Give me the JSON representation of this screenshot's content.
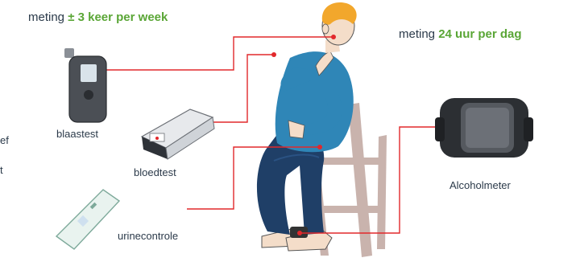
{
  "headings": {
    "left_prefix": "meting",
    "left_emph": "± 3 keer per week",
    "right_prefix": "meting",
    "right_emph": "24 uur per dag"
  },
  "labels": {
    "breath": "blaastest",
    "blood": "bloedtest",
    "urine": "urinecontrole",
    "meter": "Alcoholmeter"
  },
  "cut_text": [
    "ef",
    "t"
  ],
  "colors": {
    "connector": "#e2282b",
    "accent_green": "#5aa636",
    "shirt": "#2f86b7",
    "jeans": "#1f3f67",
    "hair": "#f2a72c",
    "skin": "#f4ddc9",
    "chair": "#c9b3ad"
  },
  "icons": [
    "breathalyzer-icon",
    "blood-test-device-icon",
    "urine-test-strip-icon",
    "ankle-monitor-icon",
    "seated-person-illustration"
  ]
}
